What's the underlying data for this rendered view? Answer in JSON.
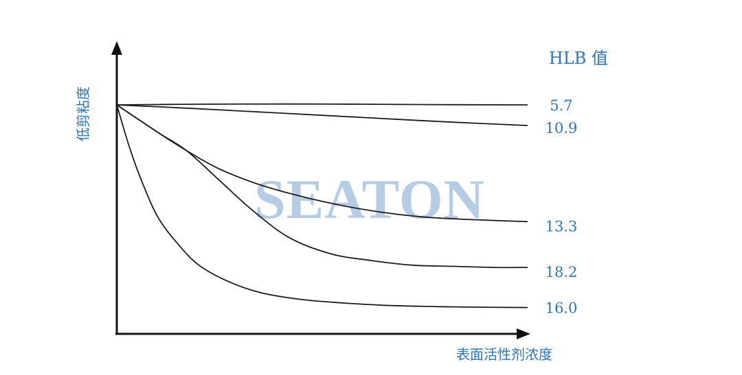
{
  "watermark": "SEATON",
  "chart_data": {
    "type": "line",
    "title": "",
    "ylabel": "低剪粘度",
    "xlabel": "表面活性剂浓度",
    "legend_title": "HLB 值",
    "axis_ticks": false,
    "grid": false,
    "xlim": [
      0,
      100
    ],
    "ylim": [
      0,
      100
    ],
    "colors": {
      "axis": "#111111",
      "line": "#1a1a1a",
      "label": "#2e74b5",
      "watermark": "#9dbbdc"
    },
    "series": [
      {
        "name": "5.7",
        "x": [
          0,
          20,
          40,
          60,
          80,
          100
        ],
        "y": [
          100,
          100.3,
          100.4,
          100.3,
          100.1,
          100
        ]
      },
      {
        "name": "10.9",
        "x": [
          0,
          20,
          40,
          60,
          80,
          100
        ],
        "y": [
          100,
          98.3,
          96.4,
          94.5,
          92.6,
          91
        ]
      },
      {
        "name": "13.3",
        "x": [
          0,
          10,
          17,
          25,
          35,
          45,
          55,
          65,
          75,
          85,
          100
        ],
        "y": [
          100,
          88,
          80,
          72,
          65,
          60,
          56,
          53,
          51,
          50,
          49
        ]
      },
      {
        "name": "18.2",
        "x": [
          0,
          10,
          17,
          25,
          33,
          42,
          52,
          62,
          72,
          82,
          92,
          100
        ],
        "y": [
          100,
          88,
          80,
          67,
          54,
          42,
          35,
          32,
          30,
          29.5,
          29,
          29
        ]
      },
      {
        "name": "16.0",
        "x": [
          0,
          3,
          6,
          10,
          15,
          20,
          27,
          35,
          45,
          55,
          65,
          75,
          85,
          100
        ],
        "y": [
          100,
          82,
          67,
          51,
          39,
          30,
          23,
          18,
          15,
          13.5,
          12.5,
          12,
          11.7,
          11.5
        ]
      }
    ]
  }
}
